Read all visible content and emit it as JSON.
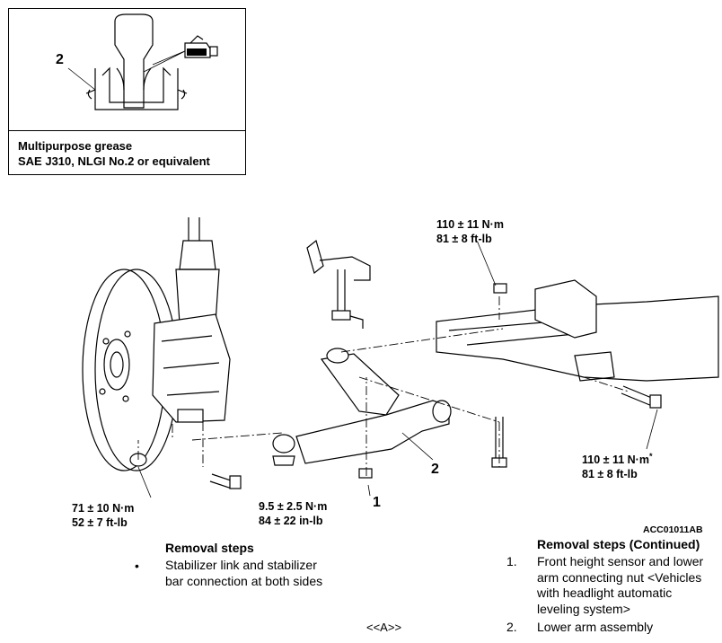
{
  "inset": {
    "callout": "2",
    "grease_line1": "Multipurpose grease",
    "grease_line2": "SAE J310, NLGI No.2 or equivalent"
  },
  "torques": {
    "top_center_1": "110 ± 11 N·m",
    "top_center_2": "81 ± 8 ft-lb",
    "right_1": "110 ± 11 N·m",
    "right_star": "*",
    "right_2": "81 ± 8 ft-lb",
    "left_1": "71 ± 10 N·m",
    "left_2": "52 ± 7 ft-lb",
    "center_1": "9.5 ± 2.5 N·m",
    "center_2": "84 ± 22 in-lb"
  },
  "callouts": {
    "one": "1",
    "two": "2"
  },
  "figure_code": "ACC01011AB",
  "removal_left": {
    "title": "Removal steps",
    "bullet": "•",
    "item_line1": "Stabilizer link and stabilizer",
    "item_line2": "bar connection at both sides"
  },
  "nav_label": "<<A>>",
  "removal_right": {
    "title": "Removal steps (Continued)",
    "items": [
      {
        "num": "1.",
        "lines": [
          "Front height sensor and lower",
          "arm connecting nut <Vehicles",
          "with headlight automatic",
          "leveling system>"
        ]
      },
      {
        "num": "2.",
        "lines": [
          "Lower arm assembly"
        ]
      }
    ]
  }
}
